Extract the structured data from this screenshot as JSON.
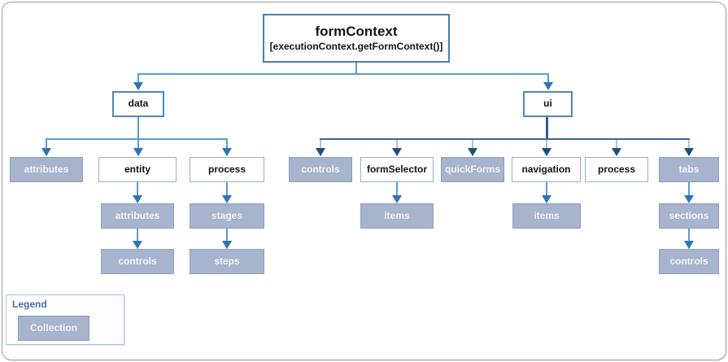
{
  "diagram": {
    "root": {
      "title": "formContext",
      "subtitle": "[executionContext.getFormContext()]"
    },
    "branches": {
      "data": "data",
      "ui": "ui"
    },
    "nodes": {
      "data_attributes": "attributes",
      "entity": "entity",
      "data_process": "process",
      "entity_attributes": "attributes",
      "entity_controls": "controls",
      "process_stages": "stages",
      "process_steps": "steps",
      "ui_controls": "controls",
      "form_selector": "formSelector",
      "quick_forms": "quickForms",
      "navigation": "navigation",
      "ui_process": "process",
      "tabs": "tabs",
      "form_selector_items": "items",
      "navigation_items": "items",
      "tabs_sections": "sections",
      "sections_controls": "controls"
    },
    "legend": {
      "title": "Legend",
      "collection_label": "Collection"
    },
    "colors": {
      "collection_fill": "#a6b4cd",
      "collection_border": "#8c9fbe",
      "object_border": "#9aafc9",
      "branch_border": "#5286bd",
      "light_connector": "#5b9bd5",
      "light_arrowhead": "#2e74b5",
      "dark_connector": "#3a6795",
      "dark_arrowhead": "#1f4e79",
      "frame_border": "#9e9e9e",
      "legend_title_color": "#44719e"
    }
  }
}
